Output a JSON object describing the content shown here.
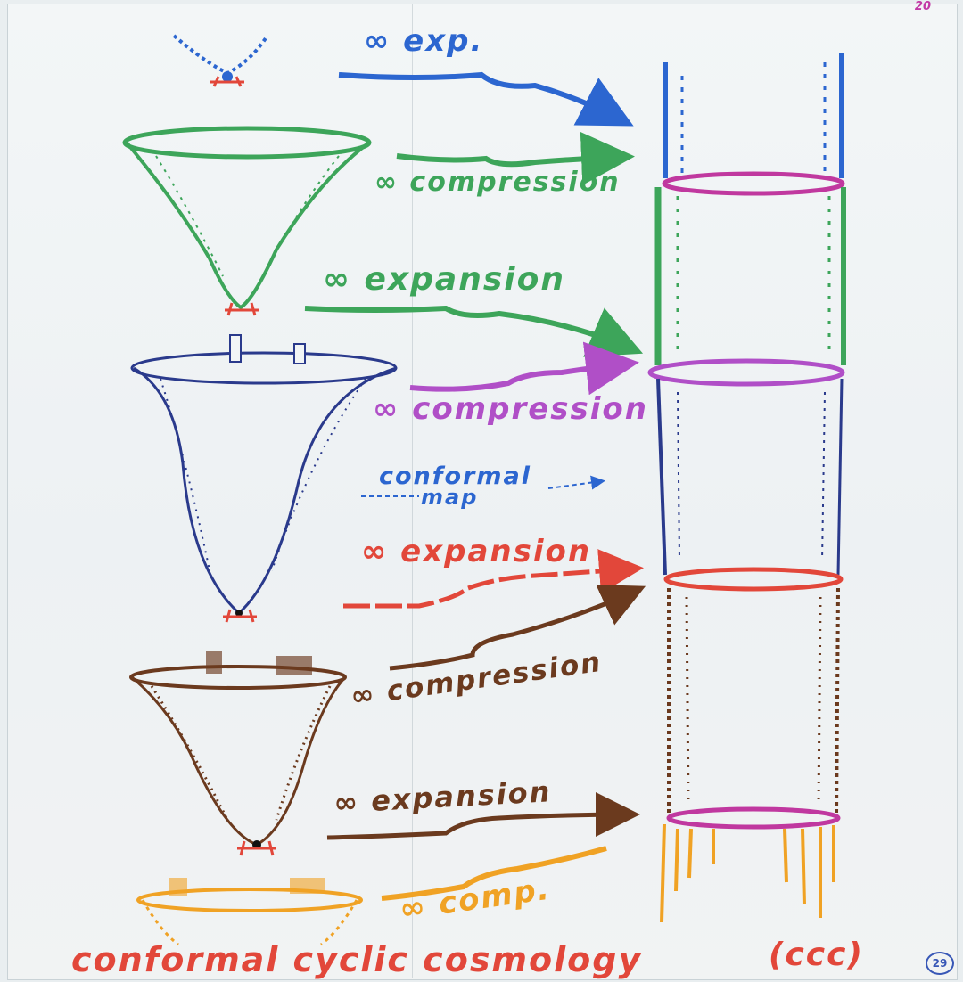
{
  "corner_mark": "20",
  "page_number": "29",
  "caption": "conformal cyclic cosmology",
  "caption_abbrev": "(ccc)",
  "labels": {
    "exp_blue": "∞ exp.",
    "compression_green": "∞ compression",
    "expansion_green": "∞ expansion",
    "compression_purple": "∞ compression",
    "conformal": "conformal",
    "map": "map",
    "expansion_red": "∞ expansion",
    "compression_brown": "∞ compression",
    "expansion_brown": "∞ expansion",
    "comp_orange": "∞ comp."
  },
  "colors": {
    "blue": "#2c66d0",
    "green": "#3da55a",
    "purple": "#b04fc7",
    "navy": "#2a3a8c",
    "red": "#e2473a",
    "brown": "#6b3a1e",
    "orange": "#f0a224",
    "magenta": "#c0389f"
  }
}
